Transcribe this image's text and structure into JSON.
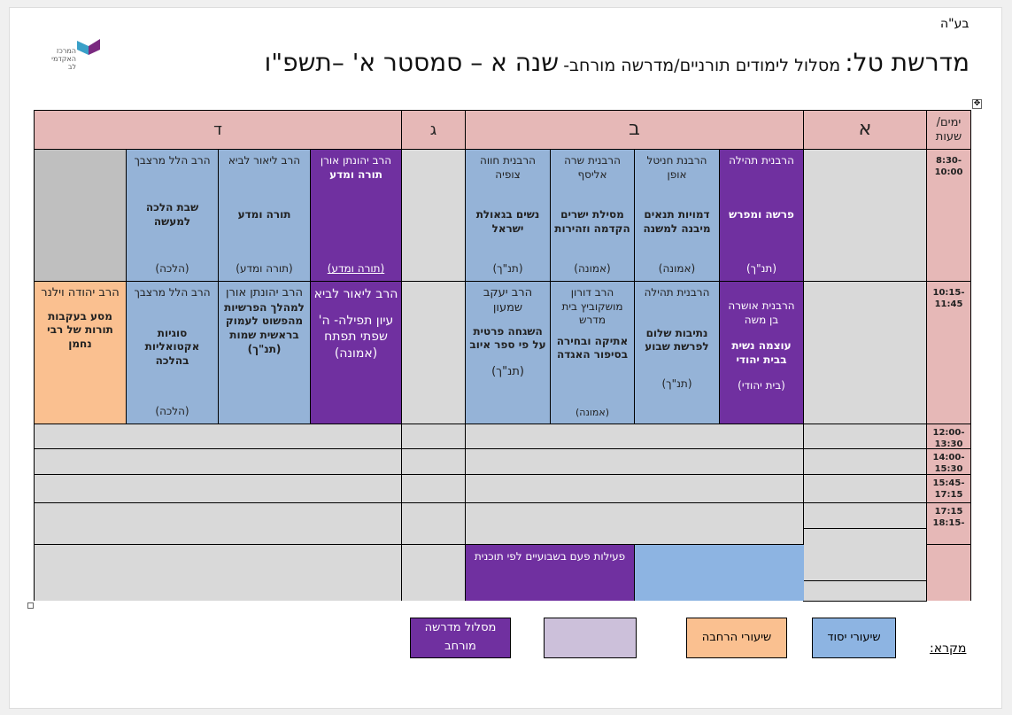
{
  "header": {
    "bh": "בע\"ה",
    "title_big1": "מדרשת טל:",
    "title_small": "מסלול לימודים תורניים/מדרשה מורחב-",
    "title_big2": "שנה א – סמסטר א' –תשפ\"ו",
    "logo_text": [
      "המרכז",
      "האקדמי",
      "לב"
    ]
  },
  "table": {
    "days": {
      "time": "ימים/ שעות",
      "a": "א",
      "b": "ב",
      "g": "ג",
      "d": "ד"
    },
    "times": [
      "8:30-10:00",
      "10:15-11:45",
      "12:00-13:30",
      "14:00-15:30",
      "15:45-17:15",
      "17:15 -18:15"
    ],
    "row1": {
      "b1": {
        "teacher": "הרבנית תהילה",
        "title": "פרשה ומפרש",
        "subject": "(תנ\"ך)"
      },
      "b2": {
        "teacher": "הרבנת חניטל אופן",
        "title": "דמויות תנאים מיבנה למשנה",
        "subject": "(אמונה)"
      },
      "b3": {
        "teacher": "הרבנית שרה אליסף",
        "title": "מסילת ישרים הקדמה וזהירות",
        "subject": "(אמונה)"
      },
      "b4": {
        "teacher": "הרבנית חווה צופיה",
        "title": "נשים בגאולת ישראל",
        "subject": "(תנ\"ך)"
      },
      "d1": {
        "teacher": "הרב יהונתן אורן",
        "title": "תורה ומדע",
        "subject": "(תורה ומדע)"
      },
      "d2": {
        "teacher": "הרב ליאור לביא",
        "title": "תורה ומדע",
        "subject": "(תורה ומדע)"
      },
      "d3": {
        "teacher": "הרב הלל מרצבך",
        "title": "שבת הלכה למעשה",
        "subject": "(הלכה)"
      }
    },
    "row2": {
      "b1": {
        "teacher": "הרבנית אושרה בן משה",
        "title": "עוצמה נשית בבית יהודי",
        "subject": "(בית יהודי)"
      },
      "b2": {
        "teacher": "הרבנית תהילה",
        "title": "נתיבות שלום לפרשת שבוע",
        "subject": "(תנ\"ך)"
      },
      "b3": {
        "teacher": "הרב דורון מושקוביץ בית מדרש",
        "title": "אתיקה ובחירה בסיפור האגדה",
        "subject": "(אמונה)"
      },
      "b4": {
        "teacher": "הרב יעקב שמעון",
        "title": "השגחה פרטית על פי ספר איוב",
        "subject": "(תנ\"ך)"
      },
      "d1": {
        "teacher": "הרב ליאור לביא",
        "title": "עיון תפילה- ה' שפתי תפתח",
        "subject": "(אמונה)"
      },
      "d2": {
        "teacher": "הרב יהונתן אורן",
        "title": "למהלך הפרשיות מהפשוט לעמוק בראשית שמות",
        "subject": "(תנ\"ך)"
      },
      "d3": {
        "teacher": "הרב הלל מרצבך",
        "title": "סוגיות אקטואליות בהלכה",
        "subject": "(הלכה)"
      },
      "d4": {
        "teacher": "הרב יהודה וילנר",
        "title": "מסע בעקבות תורות של רבי נחמן"
      }
    },
    "biweekly": "פעילות פעם בשבועיים לפי תוכנית"
  },
  "legend": {
    "label": "מקרא:",
    "items": [
      {
        "text": "שיעורי יסוד",
        "color": "#8db4e2"
      },
      {
        "text": "שיעורי הרחבה",
        "color": "#fac090"
      },
      {
        "text": "",
        "color": "#ccc0da"
      },
      {
        "text": "מסלול מדרשה מורחב",
        "color": "#7030a0"
      }
    ]
  }
}
